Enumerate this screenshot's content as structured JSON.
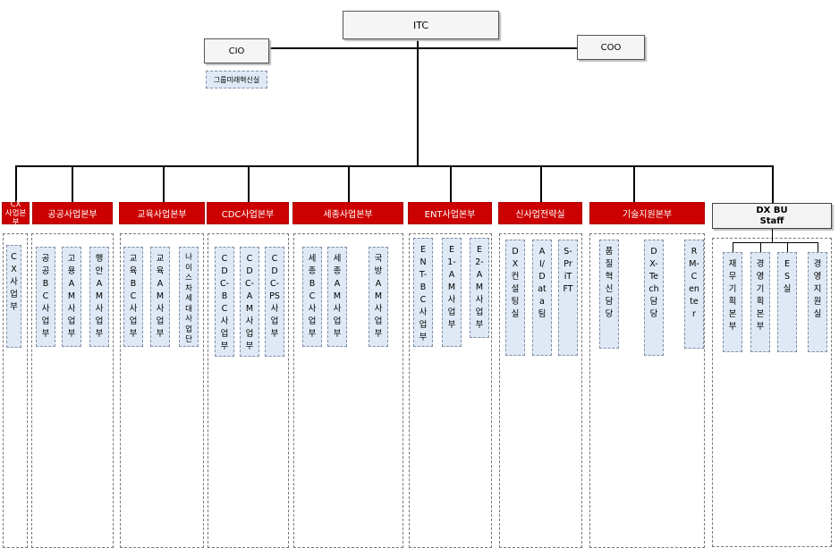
{
  "executives": {
    "itc": "ITC",
    "cio": "CIO",
    "coo": "COO",
    "cio_sub": "그룹미래혁신실"
  },
  "divisions": [
    {
      "id": "cx",
      "label": "CX\n사업본부",
      "teams": [
        "CX사업부"
      ]
    },
    {
      "id": "public",
      "label": "공공사업본부",
      "teams": [
        "공공BC사업부",
        "고용AM사업부",
        "행안AM사업부"
      ]
    },
    {
      "id": "edu",
      "label": "교육사업본부",
      "teams": [
        "교육BC사업부",
        "교육AM사업부",
        "나이스차세대사업단"
      ]
    },
    {
      "id": "cdc",
      "label": "CDC사업본부",
      "teams": [
        "CDC-BC사업부",
        "CDC-AM사업부",
        "CDC-PS사업부"
      ]
    },
    {
      "id": "sejong",
      "label": "세종사업본부",
      "teams": [
        "세종BC사업부",
        "세종AM사업부",
        "국방AM사업부"
      ]
    },
    {
      "id": "ent",
      "label": "ENT사업본부",
      "teams": [
        "ENT-BC사업부",
        "E1-AM사업부",
        "E2-AM사업부"
      ]
    },
    {
      "id": "newbiz",
      "label": "신사업전략실",
      "teams": [
        "DX컨설팅실",
        "AI/Data팀",
        "S-PriTFT"
      ]
    },
    {
      "id": "tech",
      "label": "기술지원본부",
      "teams": [
        "품질혁신담당",
        "DX-Tech담당",
        "RM-Center"
      ]
    },
    {
      "id": "dxbu",
      "label": "DX BU\nStaff",
      "teams": [
        "재무기획본부",
        "경영기획본부",
        "ES실",
        "경영지원실"
      ]
    }
  ]
}
